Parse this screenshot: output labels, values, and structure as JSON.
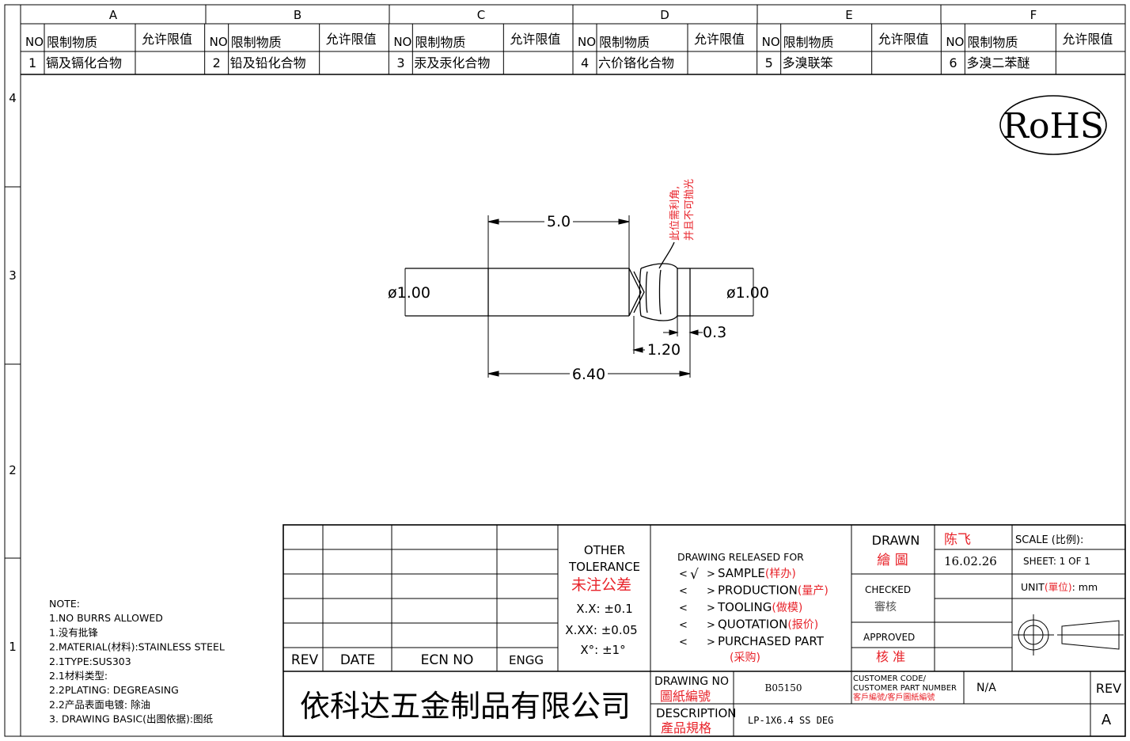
{
  "zones": {
    "columns": [
      "A",
      "B",
      "C",
      "D",
      "E",
      "F"
    ],
    "rows": [
      "4",
      "3",
      "2",
      "1"
    ]
  },
  "restricted": {
    "no_header": "NO",
    "substance_header": "限制物质",
    "limit_header": "允许限值",
    "items": [
      {
        "no": "1",
        "name": "镉及镉化合物",
        "limit": ""
      },
      {
        "no": "2",
        "name": "铅及铅化合物",
        "limit": ""
      },
      {
        "no": "3",
        "name": "汞及汞化合物",
        "limit": ""
      },
      {
        "no": "4",
        "name": "六价铬化合物",
        "limit": ""
      },
      {
        "no": "5",
        "name": "多溴联笨",
        "limit": ""
      },
      {
        "no": "6",
        "name": "多溴二苯醚",
        "limit": ""
      }
    ]
  },
  "rohs_mark": "RoHS",
  "drawing": {
    "dim_top": "5.0",
    "dia_left": "ø1.00",
    "dia_right": "ø1.00",
    "dim_groove": "1.20",
    "dim_end": "0.3",
    "dim_total": "6.40",
    "note_line1": "此位需利角,",
    "note_line2": "并且不可抛光"
  },
  "notes": [
    "NOTE:",
    "1.NO BURRS ALLOWED",
    "1.没有批锋",
    "2.MATERIAL(材料):STAINLESS STEEL",
    "2.1TYPE:SUS303",
    "2.1材料类型:",
    "2.2PLATING: DEGREASING",
    "2.2产品表面电镀: 除油",
    "3. DRAWING BASIC(出图依据):图纸"
  ],
  "title_block": {
    "rev_header": "REV",
    "date_header": "DATE",
    "ecn_header": "ECN NO",
    "engg_header": "ENGG",
    "other": "OTHER",
    "tolerance": "TOLERANCE",
    "tolerance_cn": "未注公差",
    "tol_xx": "X.X: ±0.1",
    "tol_xxx": "X.XX: ±0.05",
    "tol_angle": "X°: ±1°",
    "released_for": "DRAWING RELEASED FOR",
    "release_options": [
      {
        "mark": "√",
        "label": "SAMPLE",
        "cn": "(样办)"
      },
      {
        "mark": "",
        "label": "PRODUCTION",
        "cn": "(量产)"
      },
      {
        "mark": "",
        "label": "TOOLING",
        "cn": "(做模)"
      },
      {
        "mark": "",
        "label": "QUOTATION",
        "cn": "(报价)"
      },
      {
        "mark": "",
        "label": "PURCHASED PART",
        "cn": "(采购)"
      }
    ],
    "drawn": "DRAWN",
    "drawn_cn": "繪 圖",
    "drawn_by": "陈飞",
    "drawn_date": "16.02.26",
    "checked": "CHECKED",
    "checked_cn": "審核",
    "approved": "APPROVED",
    "approved_cn": "核 准",
    "scale": "SCALE (比例):",
    "sheet": "SHEET: 1 OF 1",
    "unit_prefix": "UNIT",
    "unit_cn": "(單位)",
    "unit_value": ":  mm",
    "company": "依科达五金制品有限公司",
    "drawing_no_label": "DRAWING NO",
    "drawing_no_cn": "圖紙編號",
    "drawing_no": "B05150",
    "customer_code_label1": "CUSTOMER CODE/",
    "customer_code_label2": "CUSTOMER PART NUMBER",
    "customer_code_cn": "客戶編號/客戶圖紙編號",
    "customer_code": "N/A",
    "rev_label": "REV",
    "rev_value": "A",
    "description_label": "DESCRIPTION",
    "description_cn": "產品規格",
    "description": "LP-1X6.4 SS DEG"
  },
  "colors": {
    "line": "#000000",
    "red": "#e8232a"
  }
}
